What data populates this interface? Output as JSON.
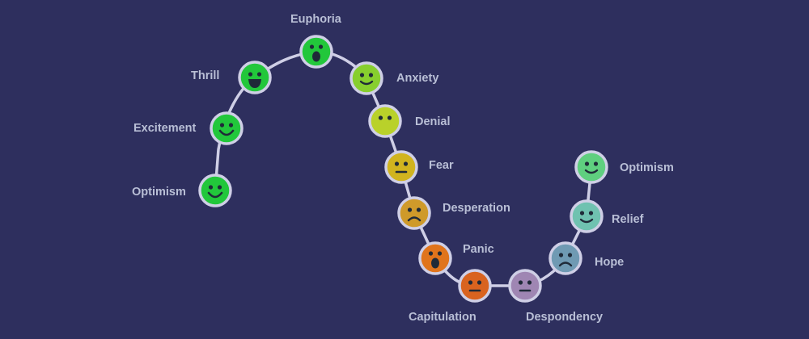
{
  "colors": {
    "background": "#2e2f5e",
    "curve": "#cfcfe6",
    "label": "#b9bfd6",
    "face": "#1f2a38"
  },
  "stages": [
    {
      "id": "optimism-start",
      "label": "Optimism",
      "color": "#22c73b",
      "expression": "grin"
    },
    {
      "id": "excitement",
      "label": "Excitement",
      "color": "#22c73b",
      "expression": "grin"
    },
    {
      "id": "thrill",
      "label": "Thrill",
      "color": "#22c73b",
      "expression": "open-smile"
    },
    {
      "id": "euphoria",
      "label": "Euphoria",
      "color": "#22c73b",
      "expression": "shocked"
    },
    {
      "id": "anxiety",
      "label": "Anxiety",
      "color": "#87cf2e",
      "expression": "smile"
    },
    {
      "id": "denial",
      "label": "Denial",
      "color": "#b9d12a",
      "expression": "blank"
    },
    {
      "id": "fear",
      "label": "Fear",
      "color": "#d1b41f",
      "expression": "neutral"
    },
    {
      "id": "desperation",
      "label": "Desperation",
      "color": "#cf9a2a",
      "expression": "frown"
    },
    {
      "id": "panic",
      "label": "Panic",
      "color": "#e0741c",
      "expression": "shocked"
    },
    {
      "id": "capitulation",
      "label": "Capitulation",
      "color": "#d9631f",
      "expression": "neutral"
    },
    {
      "id": "despondency",
      "label": "Despondency",
      "color": "#9f86b3",
      "expression": "neutral"
    },
    {
      "id": "hope",
      "label": "Hope",
      "color": "#6f9ab3",
      "expression": "frown"
    },
    {
      "id": "relief",
      "label": "Relief",
      "color": "#6fc2b0",
      "expression": "smile"
    },
    {
      "id": "optimism-end",
      "label": "Optimism",
      "color": "#5fcf7f",
      "expression": "smile"
    }
  ]
}
